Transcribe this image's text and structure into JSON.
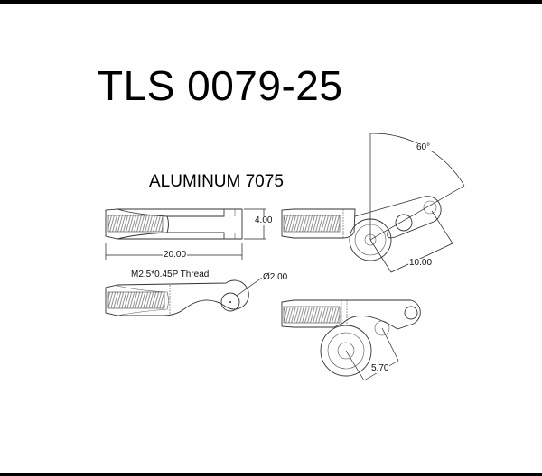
{
  "title": "TLS 0079-25",
  "material": "ALUMINUM 7075",
  "dimensions": {
    "width": "4.00",
    "length": "20.00",
    "thread": "M2.5*0.45P Thread",
    "hole_diameter": "Ø2.00",
    "angle": "60°",
    "arm_offset_long": "10.00",
    "arm_offset_short": "5.70"
  }
}
